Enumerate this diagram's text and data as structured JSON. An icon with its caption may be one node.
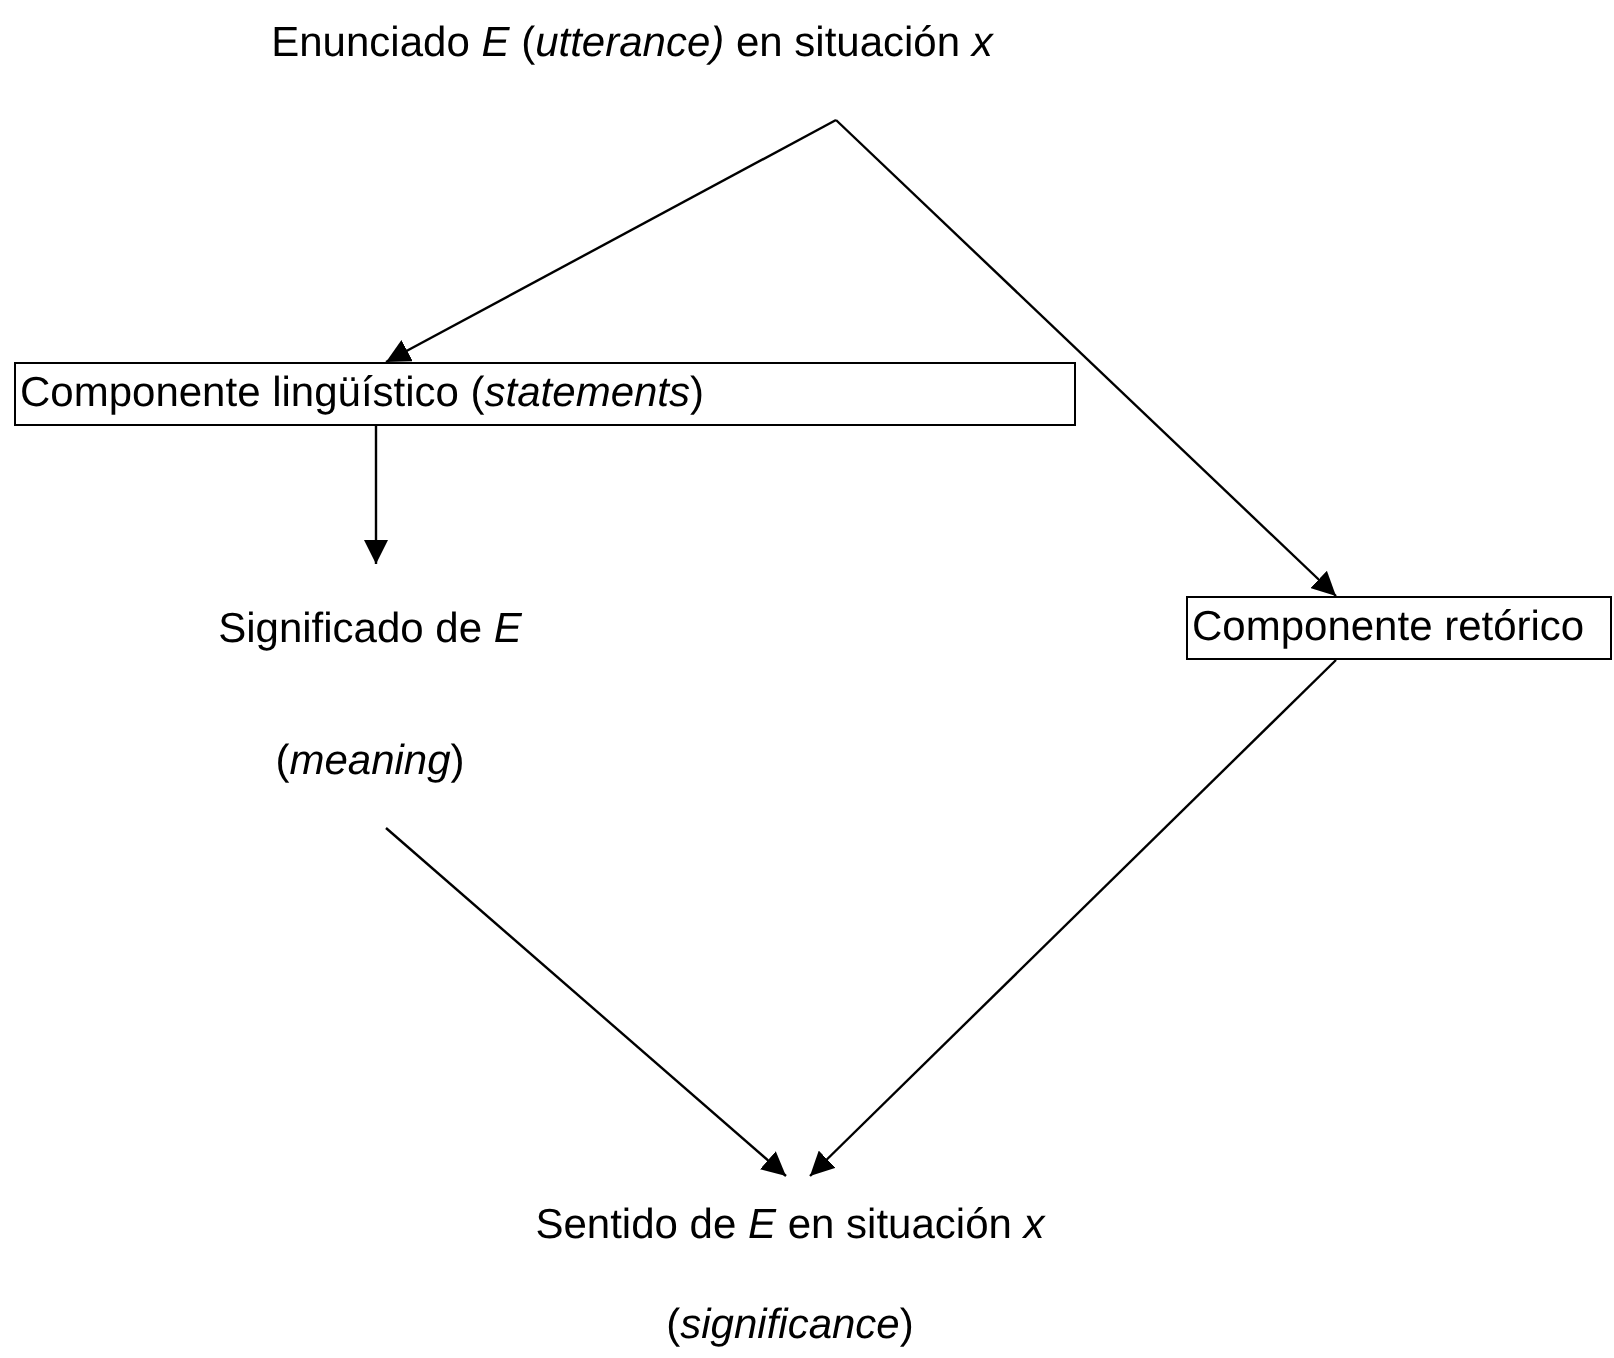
{
  "diagram": {
    "nodes": [
      {
        "text": [
          "Enunciado *E* (*utterance)* en situación *x*"
        ]
      },
      {
        "text": [
          "Componente lingüístico (*statements*)"
        ]
      },
      {
        "text": [
          "Significado de *E* (*meaning*)"
        ]
      },
      {
        "text": [
          "Componente retórico"
        ]
      },
      {
        "text": [
          "Sentido de *E* en situación *x* (*significance*)"
        ]
      }
    ],
    "edges": [
      {
        "from": 0,
        "to": 1,
        "arrow": "to"
      },
      {
        "from": 0,
        "to": 3,
        "arrow": "to"
      },
      {
        "from": 1,
        "to": 2,
        "arrow": "to"
      },
      {
        "from": 2,
        "to": 4,
        "arrow": "to"
      },
      {
        "from": 3,
        "to": 4,
        "arrow": "to"
      }
    ]
  }
}
